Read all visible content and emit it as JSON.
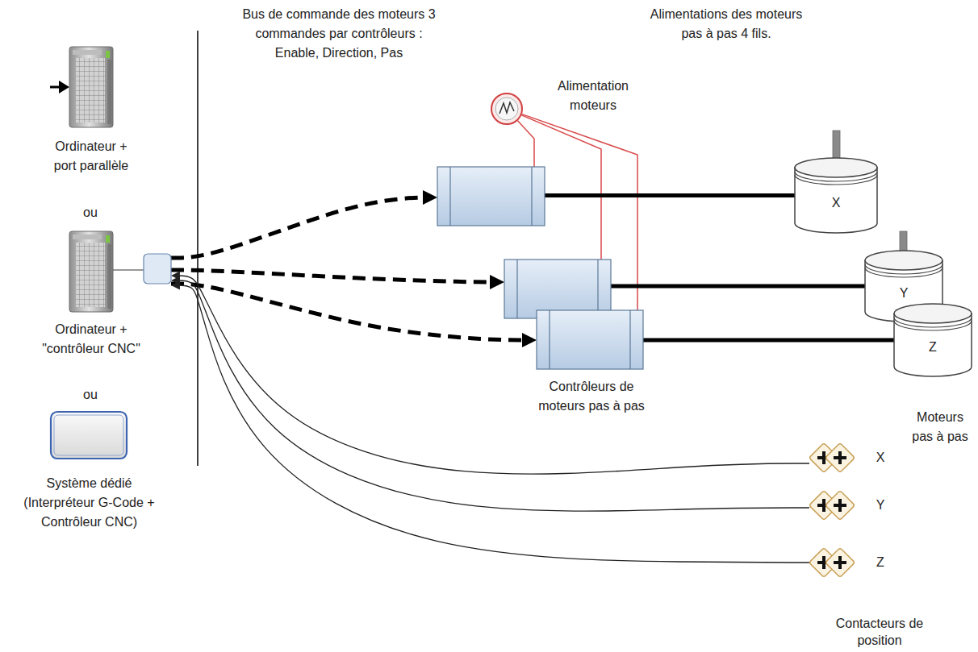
{
  "diagram": {
    "nodes": [
      {
        "text": [
          "Ordinateur + port parallèle"
        ]
      },
      {
        "text": [
          "Ordinateur + \"contrôleur CNC\""
        ]
      },
      {
        "text": [
          "Système dédié (Interpréteur G-Code + Contrôleur CNC)"
        ]
      },
      {
        "text": [
          "Alimentation moteurs"
        ]
      },
      {
        "text": []
      },
      {
        "text": [
          "X"
        ]
      },
      {
        "text": []
      },
      {
        "text": [
          "Y"
        ]
      },
      {
        "text": []
      },
      {
        "text": [
          "Z"
        ]
      },
      {
        "text": [
          "X"
        ]
      },
      {
        "text": [
          "Y"
        ]
      },
      {
        "text": [
          "Z"
        ]
      }
    ],
    "edges": [
      {
        "from": 1,
        "to": 4,
        "arrow": "to"
      },
      {
        "from": 1,
        "to": 6,
        "arrow": "to"
      },
      {
        "from": 1,
        "to": 8,
        "arrow": "to"
      },
      {
        "from": 3,
        "to": 4,
        "arrow": "none"
      },
      {
        "from": 3,
        "to": 6,
        "arrow": "none"
      },
      {
        "from": 3,
        "to": 8,
        "arrow": "none"
      },
      {
        "from": 4,
        "to": 5,
        "arrow": "none"
      },
      {
        "from": 6,
        "to": 7,
        "arrow": "none"
      },
      {
        "from": 8,
        "to": 9,
        "arrow": "none"
      },
      {
        "from": 10,
        "to": 1,
        "arrow": "to"
      },
      {
        "from": 11,
        "to": 1,
        "arrow": "to"
      },
      {
        "from": 12,
        "to": 1,
        "arrow": "to"
      }
    ],
    "labels": [
      "Bus de commande des moteurs 3 commandes par contrôleurs : Enable, Direction, Pas",
      "Alimentations des moteurs pas à pas 4 fils.",
      "ou",
      "ou",
      "Contrôleurs de moteurs pas à pas",
      "Moteurs pas à pas",
      "Contacteurs de position"
    ]
  }
}
